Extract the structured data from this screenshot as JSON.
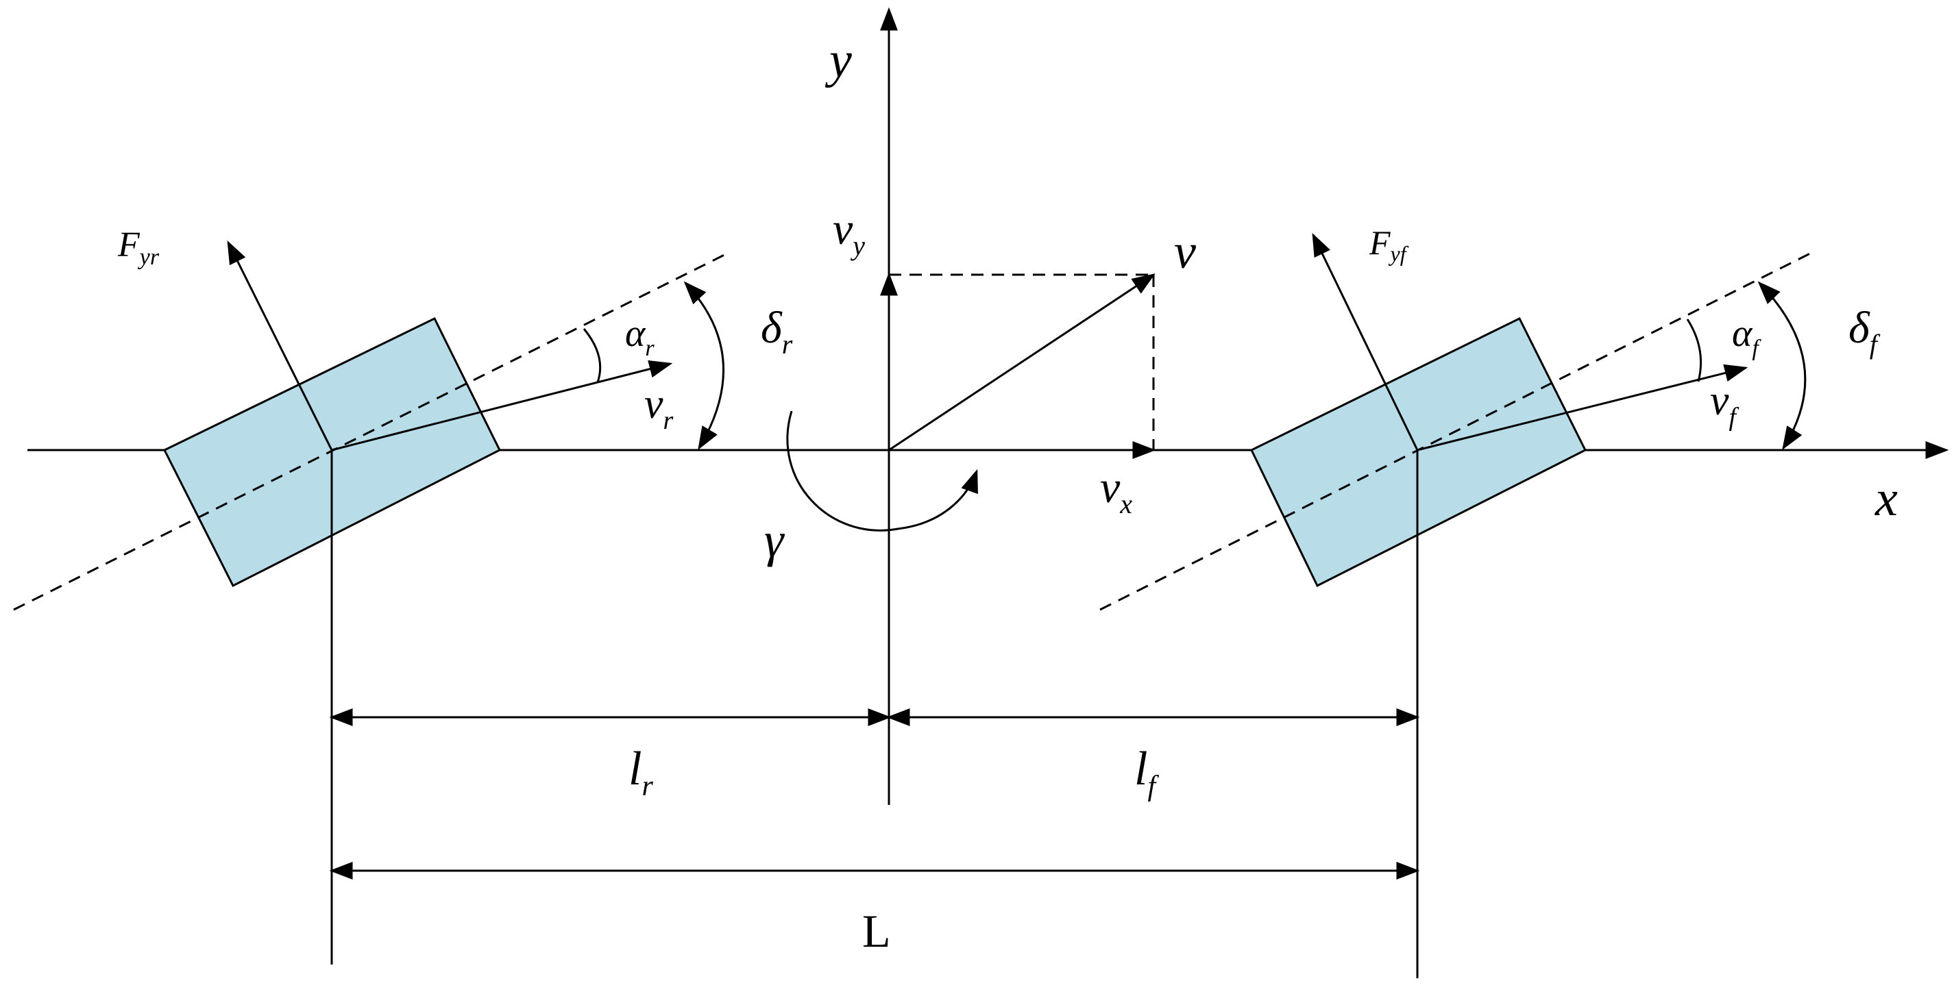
{
  "labels": {
    "y_axis": "y",
    "x_axis": "x",
    "v": "v",
    "vx_base": "v",
    "vx_sub": "x",
    "vy_base": "v",
    "vy_sub": "y",
    "gamma": "γ",
    "Fyr_base": "F",
    "Fyr_sub": "yr",
    "Fyf_base": "F",
    "Fyf_sub": "yf",
    "alpha_r_base": "α",
    "alpha_r_sub": "r",
    "alpha_f_base": "α",
    "alpha_f_sub": "f",
    "delta_r_base": "δ",
    "delta_r_sub": "r",
    "delta_f_base": "δ",
    "delta_f_sub": "f",
    "vr_base": "v",
    "vr_sub": "r",
    "vf_base": "v",
    "vf_sub": "f",
    "lr_base": "l",
    "lr_sub": "r",
    "lf_base": "l",
    "lf_sub": "f",
    "L": "L"
  },
  "colors": {
    "wheel_fill": "#b8dde8",
    "stroke": "#000000"
  }
}
